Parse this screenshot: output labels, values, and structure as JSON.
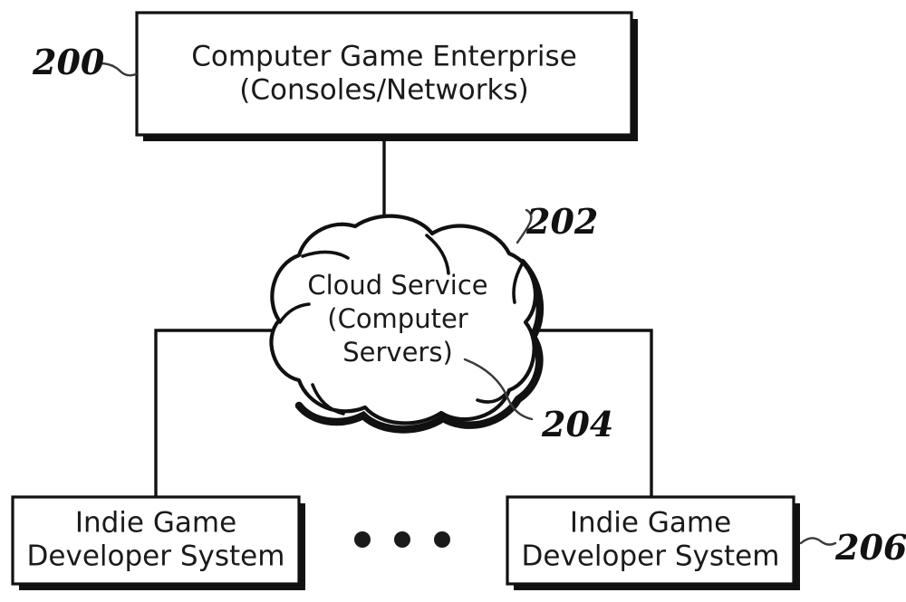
{
  "figure": {
    "title": "Computer game enterprise cloud architecture block diagram",
    "background_color": "#ffffff",
    "line_color": "#111111"
  },
  "nodes": {
    "enterprise": {
      "ref": "200",
      "line1": "Computer Game Enterprise",
      "line2": "(Consoles/Networks)"
    },
    "cloud": {
      "ref_cloud": "202",
      "ref_servers": "204",
      "line1": "Cloud Service",
      "line2": "(Computer",
      "line3": "Servers)"
    },
    "developer_left": {
      "line1": "Indie Game",
      "line2": "Developer System"
    },
    "developer_right": {
      "ref": "206",
      "line1": "Indie Game",
      "line2": "Developer System"
    },
    "ellipsis": {
      "symbol": "•••",
      "count": 3
    }
  }
}
